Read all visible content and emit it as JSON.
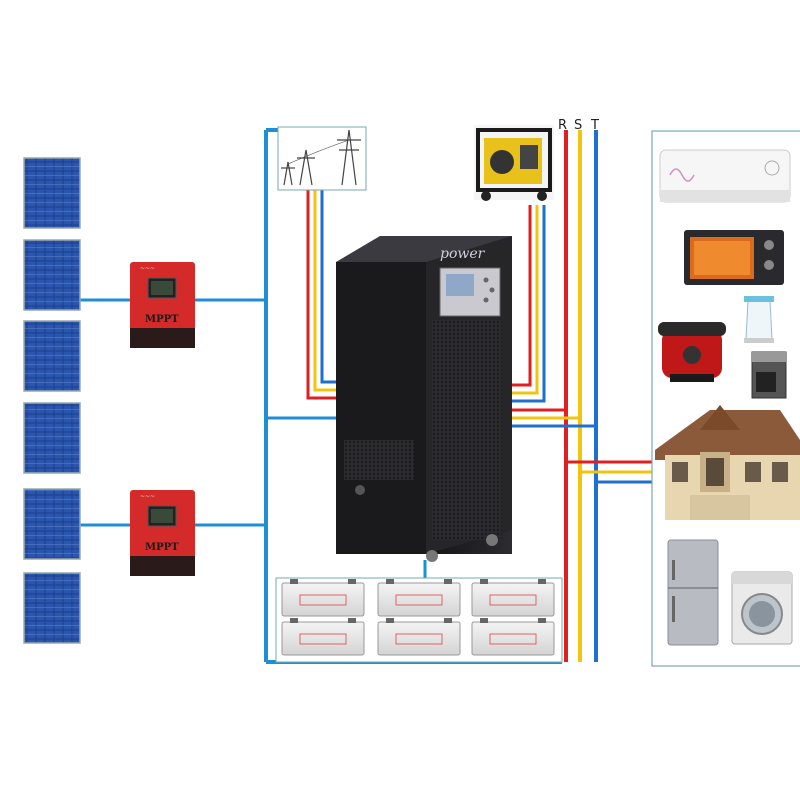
{
  "phase_labels": {
    "r": "R",
    "s": "S",
    "t": "T"
  },
  "controller_label": "MPPT",
  "inverter_brand": "power",
  "colors": {
    "dc_bus": "#1e8fd6",
    "phase_r": "#e02020",
    "phase_s": "#f2c40f",
    "phase_t": "#1e6fd0",
    "controller_body": "#d42a2a",
    "inverter_body": "#1e1e22",
    "panel_cell": "#1d3f8a"
  },
  "components": {
    "solar_panels": {
      "count": 6
    },
    "charge_controllers": {
      "count": 2
    },
    "batteries": {
      "count": 6
    },
    "loads": [
      "air-conditioner",
      "oven",
      "rice-cooker",
      "kettle",
      "coffee-maker",
      "house",
      "refrigerator",
      "washing-machine"
    ]
  }
}
